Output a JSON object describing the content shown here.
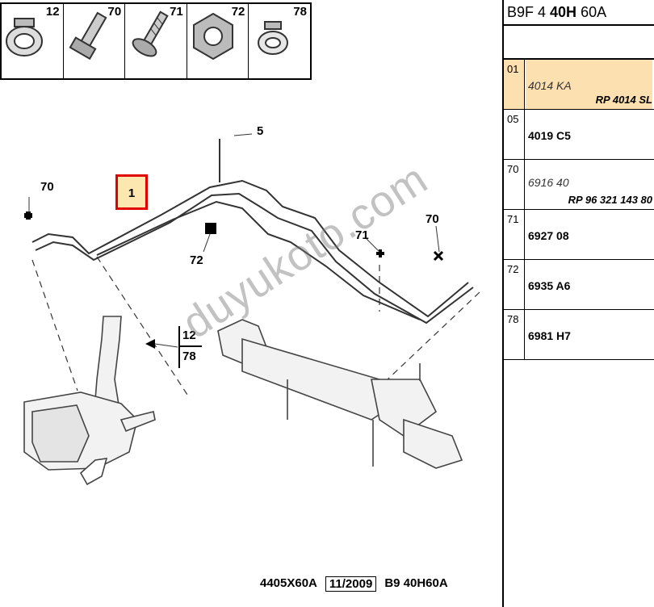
{
  "thumbnails": [
    {
      "num": "12",
      "icon": "hose-clamp-icon"
    },
    {
      "num": "70",
      "icon": "bolt-icon"
    },
    {
      "num": "71",
      "icon": "screw-icon"
    },
    {
      "num": "72",
      "icon": "nut-icon"
    },
    {
      "num": "78",
      "icon": "small-clamp-icon"
    }
  ],
  "callouts": {
    "part1": "1",
    "part5": "5",
    "part70_left": "70",
    "part70_right": "70",
    "part71": "71",
    "part72": "72",
    "stack": [
      "12",
      "78"
    ]
  },
  "watermark": "duyukoto.com",
  "footer": {
    "ref": "4405X60A",
    "date": "11/2009",
    "code": "B9 40H60A"
  },
  "panel": {
    "title_a": "B9F 4 ",
    "title_b": "40H",
    "title_c": " 60A",
    "rows": [
      {
        "ref": "01",
        "code": "4014 KA",
        "sub": "RP 4014 SL",
        "highlight": true
      },
      {
        "ref": "05",
        "code": "4019 C5",
        "sub": ""
      },
      {
        "ref": "70",
        "code": "6916 40",
        "sub": "RP 96 321 143 80"
      },
      {
        "ref": "71",
        "code": "6927 08",
        "sub": ""
      },
      {
        "ref": "72",
        "code": "6935 A6",
        "sub": ""
      },
      {
        "ref": "78",
        "code": "6981 H7",
        "sub": ""
      }
    ]
  },
  "colors": {
    "highlight": "#fde0b0",
    "callout_box": "#e00000"
  }
}
